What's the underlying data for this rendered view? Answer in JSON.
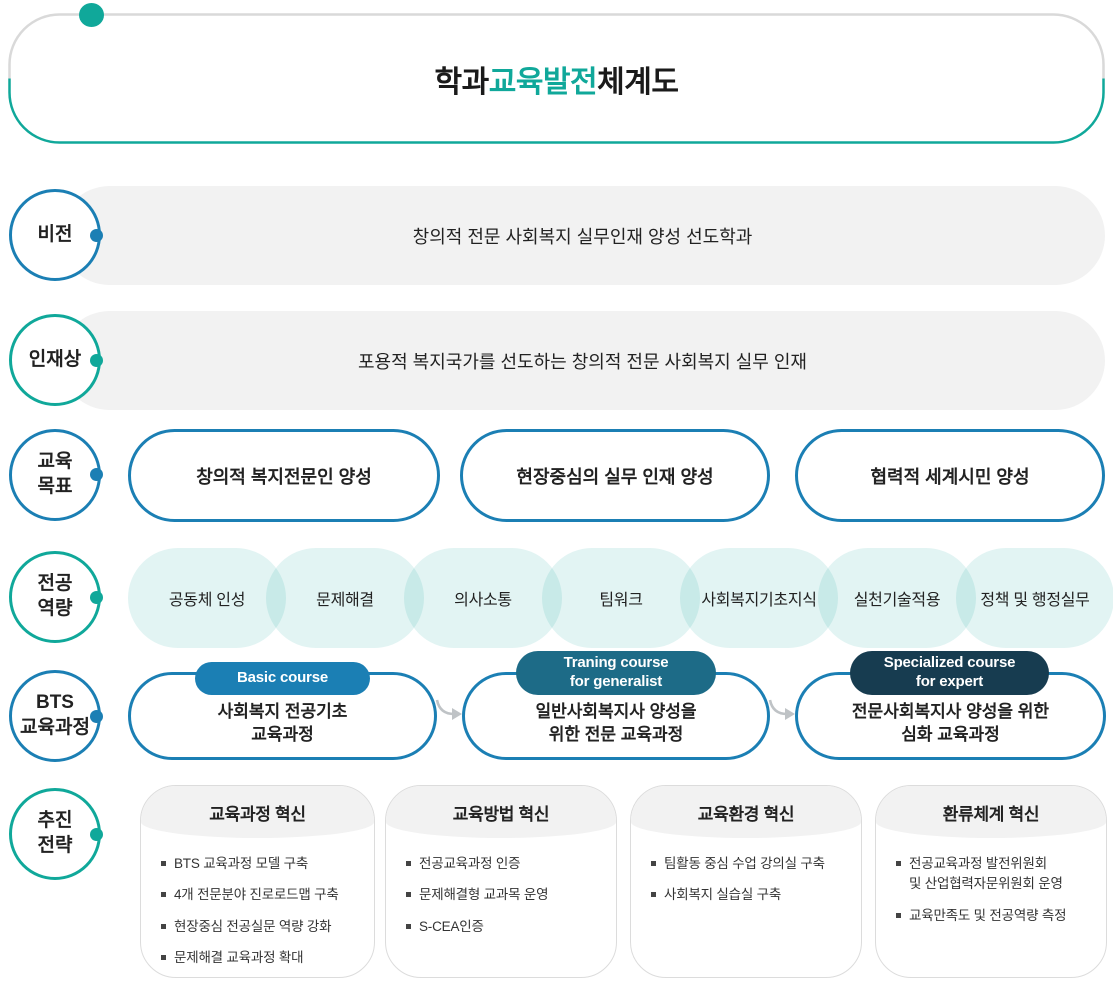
{
  "title": {
    "prefix": "학과 ",
    "highlight": "교육발전",
    "suffix": " 체계도"
  },
  "colors": {
    "accent_blue": "#1b7fb4",
    "accent_teal": "#10a89a",
    "badge_basic": "#1b7fb4",
    "badge_training": "#1d6b87",
    "badge_specialized": "#173c50",
    "bar_gray": "#f2f2f2",
    "competency_fill": "rgba(18,167,154,0.12)"
  },
  "icons": {
    "flow_arrow": "curved-right-arrow",
    "bullet": "small-square"
  },
  "rows": {
    "vision": {
      "label": "비전",
      "text": "창의적 전문 사회복지 실무인재 양성 선도학과"
    },
    "talent": {
      "label": "인재상",
      "text": "포용적 복지국가를 선도하는 창의적 전문 사회복지 실무 인재"
    },
    "goals": {
      "label": "교육\n목표",
      "items": [
        "창의적 복지전문인 양성",
        "현장중심의 실무 인재 양성",
        "협력적 세계시민 양성"
      ]
    },
    "competencies": {
      "label": "전공\n역량",
      "items": [
        "공동체 인성",
        "문제해결",
        "의사소통",
        "팀워크",
        "사회복지기초지식",
        "실천기술적용",
        "정책 및 행정실무"
      ]
    },
    "bts": {
      "label": "BTS\n교육과정",
      "courses": [
        {
          "badge": "Basic course",
          "body": "사회복지 전공기초\n교육과정"
        },
        {
          "badge": "Traning course\nfor generalist",
          "body": "일반사회복지사 양성을\n위한 전문 교육과정"
        },
        {
          "badge": "Specialized course\nfor expert",
          "body": "전문사회복지사 양성을 위한\n심화 교육과정"
        }
      ]
    },
    "strategy": {
      "label": "추진\n전략",
      "cards": [
        {
          "title": "교육과정 혁신",
          "bullets": [
            "BTS 교육과정 모델 구축",
            "4개 전문분야 진로로드맵 구축",
            "현장중심 전공실문 역량 강화",
            "문제해결 교육과정 확대"
          ]
        },
        {
          "title": "교육방법 혁신",
          "bullets": [
            "전공교육과정 인증",
            "문제해결형 교과목 운영",
            "S-CEA인증"
          ]
        },
        {
          "title": "교육환경 혁신",
          "bullets": [
            "팀활동 중심 수업 강의실 구축",
            "사회복지 실습실 구축"
          ]
        },
        {
          "title": "환류체계 혁신",
          "bullets": [
            "전공교육과정 발전위원회\n및 산업협력자문위원회 운영",
            "교육만족도 및 전공역량 측정"
          ]
        }
      ]
    }
  }
}
